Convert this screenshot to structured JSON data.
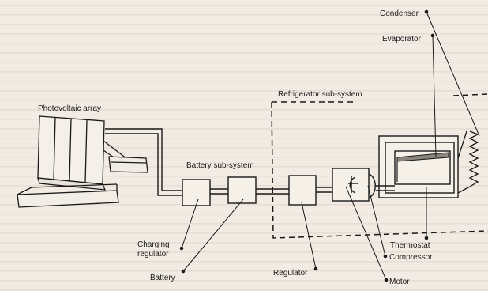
{
  "labels": {
    "photovoltaic_array": "Photovoltaic array",
    "refrigerator_subsystem": "Refrigerator sub-system",
    "battery_subsystem": "Battery sub-system",
    "charging_regulator_line1": "Charging",
    "charging_regulator_line2": "regulator",
    "battery": "Battery",
    "regulator": "Regulator",
    "motor": "Motor",
    "compressor": "Compressor",
    "thermostat": "Thermostat",
    "evaporator": "Evaporator",
    "condenser": "Condenser"
  }
}
